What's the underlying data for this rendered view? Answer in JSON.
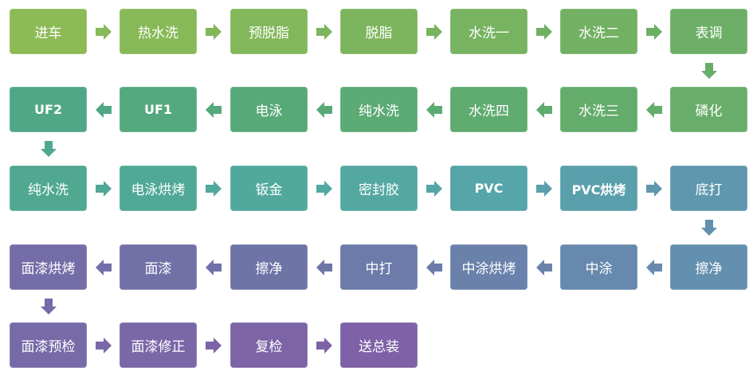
{
  "rows": [
    {
      "direction": "right",
      "steps": [
        {
          "label": "进车",
          "color": "#8cbb55"
        },
        {
          "label": "热水洗",
          "color": "#87b957"
        },
        {
          "label": "预脱脂",
          "color": "#82b75a"
        },
        {
          "label": "脱脂",
          "color": "#7cb55d"
        },
        {
          "label": "水洗一",
          "color": "#77b360"
        },
        {
          "label": "水洗二",
          "color": "#72b163"
        },
        {
          "label": "表调",
          "color": "#6daf66"
        }
      ]
    },
    {
      "direction": "left",
      "steps": [
        {
          "label": "磷化",
          "color": "#68ad69"
        },
        {
          "label": "水洗三",
          "color": "#64ac6c"
        },
        {
          "label": "水洗四",
          "color": "#60ab70"
        },
        {
          "label": "纯水洗",
          "color": "#5caa74"
        },
        {
          "label": "电泳",
          "color": "#58a978"
        },
        {
          "label": "UF1",
          "color": "#54a87e"
        },
        {
          "label": "UF2",
          "color": "#50a786"
        }
      ]
    },
    {
      "direction": "right",
      "steps": [
        {
          "label": "纯水洗",
          "color": "#50a890"
        },
        {
          "label": "电泳烘烤",
          "color": "#50a896"
        },
        {
          "label": "钣金",
          "color": "#51a99c"
        },
        {
          "label": "密封胶",
          "color": "#53a8a2"
        },
        {
          "label": "PVC",
          "color": "#56a5a8"
        },
        {
          "label": "PVC烘烤",
          "color": "#5a9fac"
        },
        {
          "label": "底打",
          "color": "#5f97ae"
        }
      ]
    },
    {
      "direction": "left",
      "steps": [
        {
          "label": "擦净",
          "color": "#6390ae"
        },
        {
          "label": "中涂",
          "color": "#6789ad"
        },
        {
          "label": "中涂烘烤",
          "color": "#6a82ab"
        },
        {
          "label": "中打",
          "color": "#6c7ba9"
        },
        {
          "label": "擦净",
          "color": "#6f74a7"
        },
        {
          "label": "面漆",
          "color": "#7170a7"
        },
        {
          "label": "面漆烘烤",
          "color": "#746da8"
        }
      ]
    },
    {
      "direction": "right",
      "steps": [
        {
          "label": "面漆预检",
          "color": "#776aa8"
        },
        {
          "label": "面漆修正",
          "color": "#7a67a7"
        },
        {
          "label": "复检",
          "color": "#7c64a7"
        },
        {
          "label": "送总装",
          "color": "#7e61a6"
        }
      ]
    }
  ]
}
